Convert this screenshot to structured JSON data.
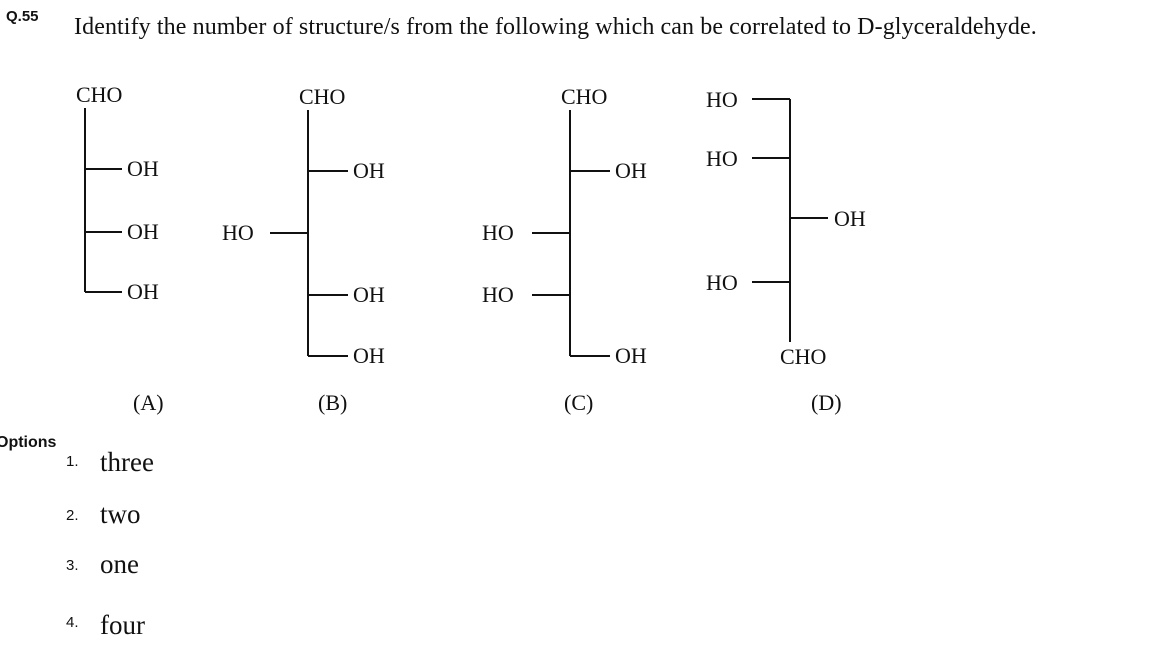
{
  "question": {
    "number": "Q.55",
    "text": "Identify the number of structure/s from the following which can be correlated to D-glyceraldehyde."
  },
  "structures": [
    {
      "label": "(A)",
      "top_group": "CHO",
      "bottom_group": "",
      "right_groups": [
        "OH",
        "OH",
        "OH"
      ],
      "left_groups": []
    },
    {
      "label": "(B)",
      "top_group": "CHO",
      "bottom_group": "",
      "right_groups": [
        "OH",
        "OH",
        "OH"
      ],
      "left_groups": [
        "HO"
      ]
    },
    {
      "label": "(C)",
      "top_group": "CHO",
      "bottom_group": "",
      "right_groups": [
        "OH",
        "OH"
      ],
      "left_groups": [
        "HO",
        "HO"
      ]
    },
    {
      "label": "(D)",
      "top_group": "",
      "bottom_group": "CHO",
      "right_groups": [
        "OH"
      ],
      "left_groups": [
        "HO",
        "HO",
        "HO"
      ]
    }
  ],
  "options": {
    "heading": "Options",
    "items": [
      {
        "number": "1.",
        "text": "three"
      },
      {
        "number": "2.",
        "text": "two"
      },
      {
        "number": "3.",
        "text": "one"
      },
      {
        "number": "4.",
        "text": "four"
      }
    ]
  }
}
